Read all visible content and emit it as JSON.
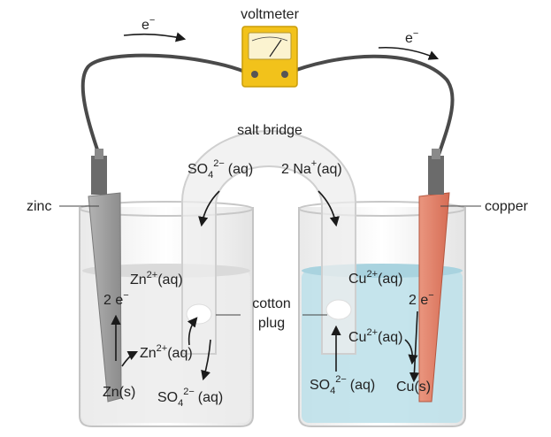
{
  "colors": {
    "wire": "#4a4a4a",
    "voltmeter_body": "#f2c21b",
    "voltmeter_face": "#fbf3d0",
    "zinc": "#9a9a9a",
    "copper": "#e0826a",
    "solution_left": "#ededed",
    "solution_right": "#bfe1ea",
    "glass": "#d6d6d6",
    "arrow": "#1a1a1a"
  },
  "labels": {
    "voltmeter": "voltmeter",
    "electron_left": "e",
    "electron_right": "e",
    "electron_charge": "−",
    "salt_bridge": "salt bridge",
    "so4_bridge": "SO",
    "so4_sub": "4",
    "so4_sup": "2−",
    "aq": "(aq)",
    "na_bridge": "2 Na",
    "na_sup": "+",
    "zinc": "zinc",
    "copper": "copper",
    "zn_ion": "Zn",
    "zn_ion_sup": "2+",
    "two_e_left": "2 e",
    "zn_s": "Zn(s)",
    "cotton": "cotton",
    "plug": "plug",
    "cu_ion": "Cu",
    "cu_ion_sup": "2+",
    "two_e_right": "2 e",
    "cu_s": "Cu(s)"
  }
}
